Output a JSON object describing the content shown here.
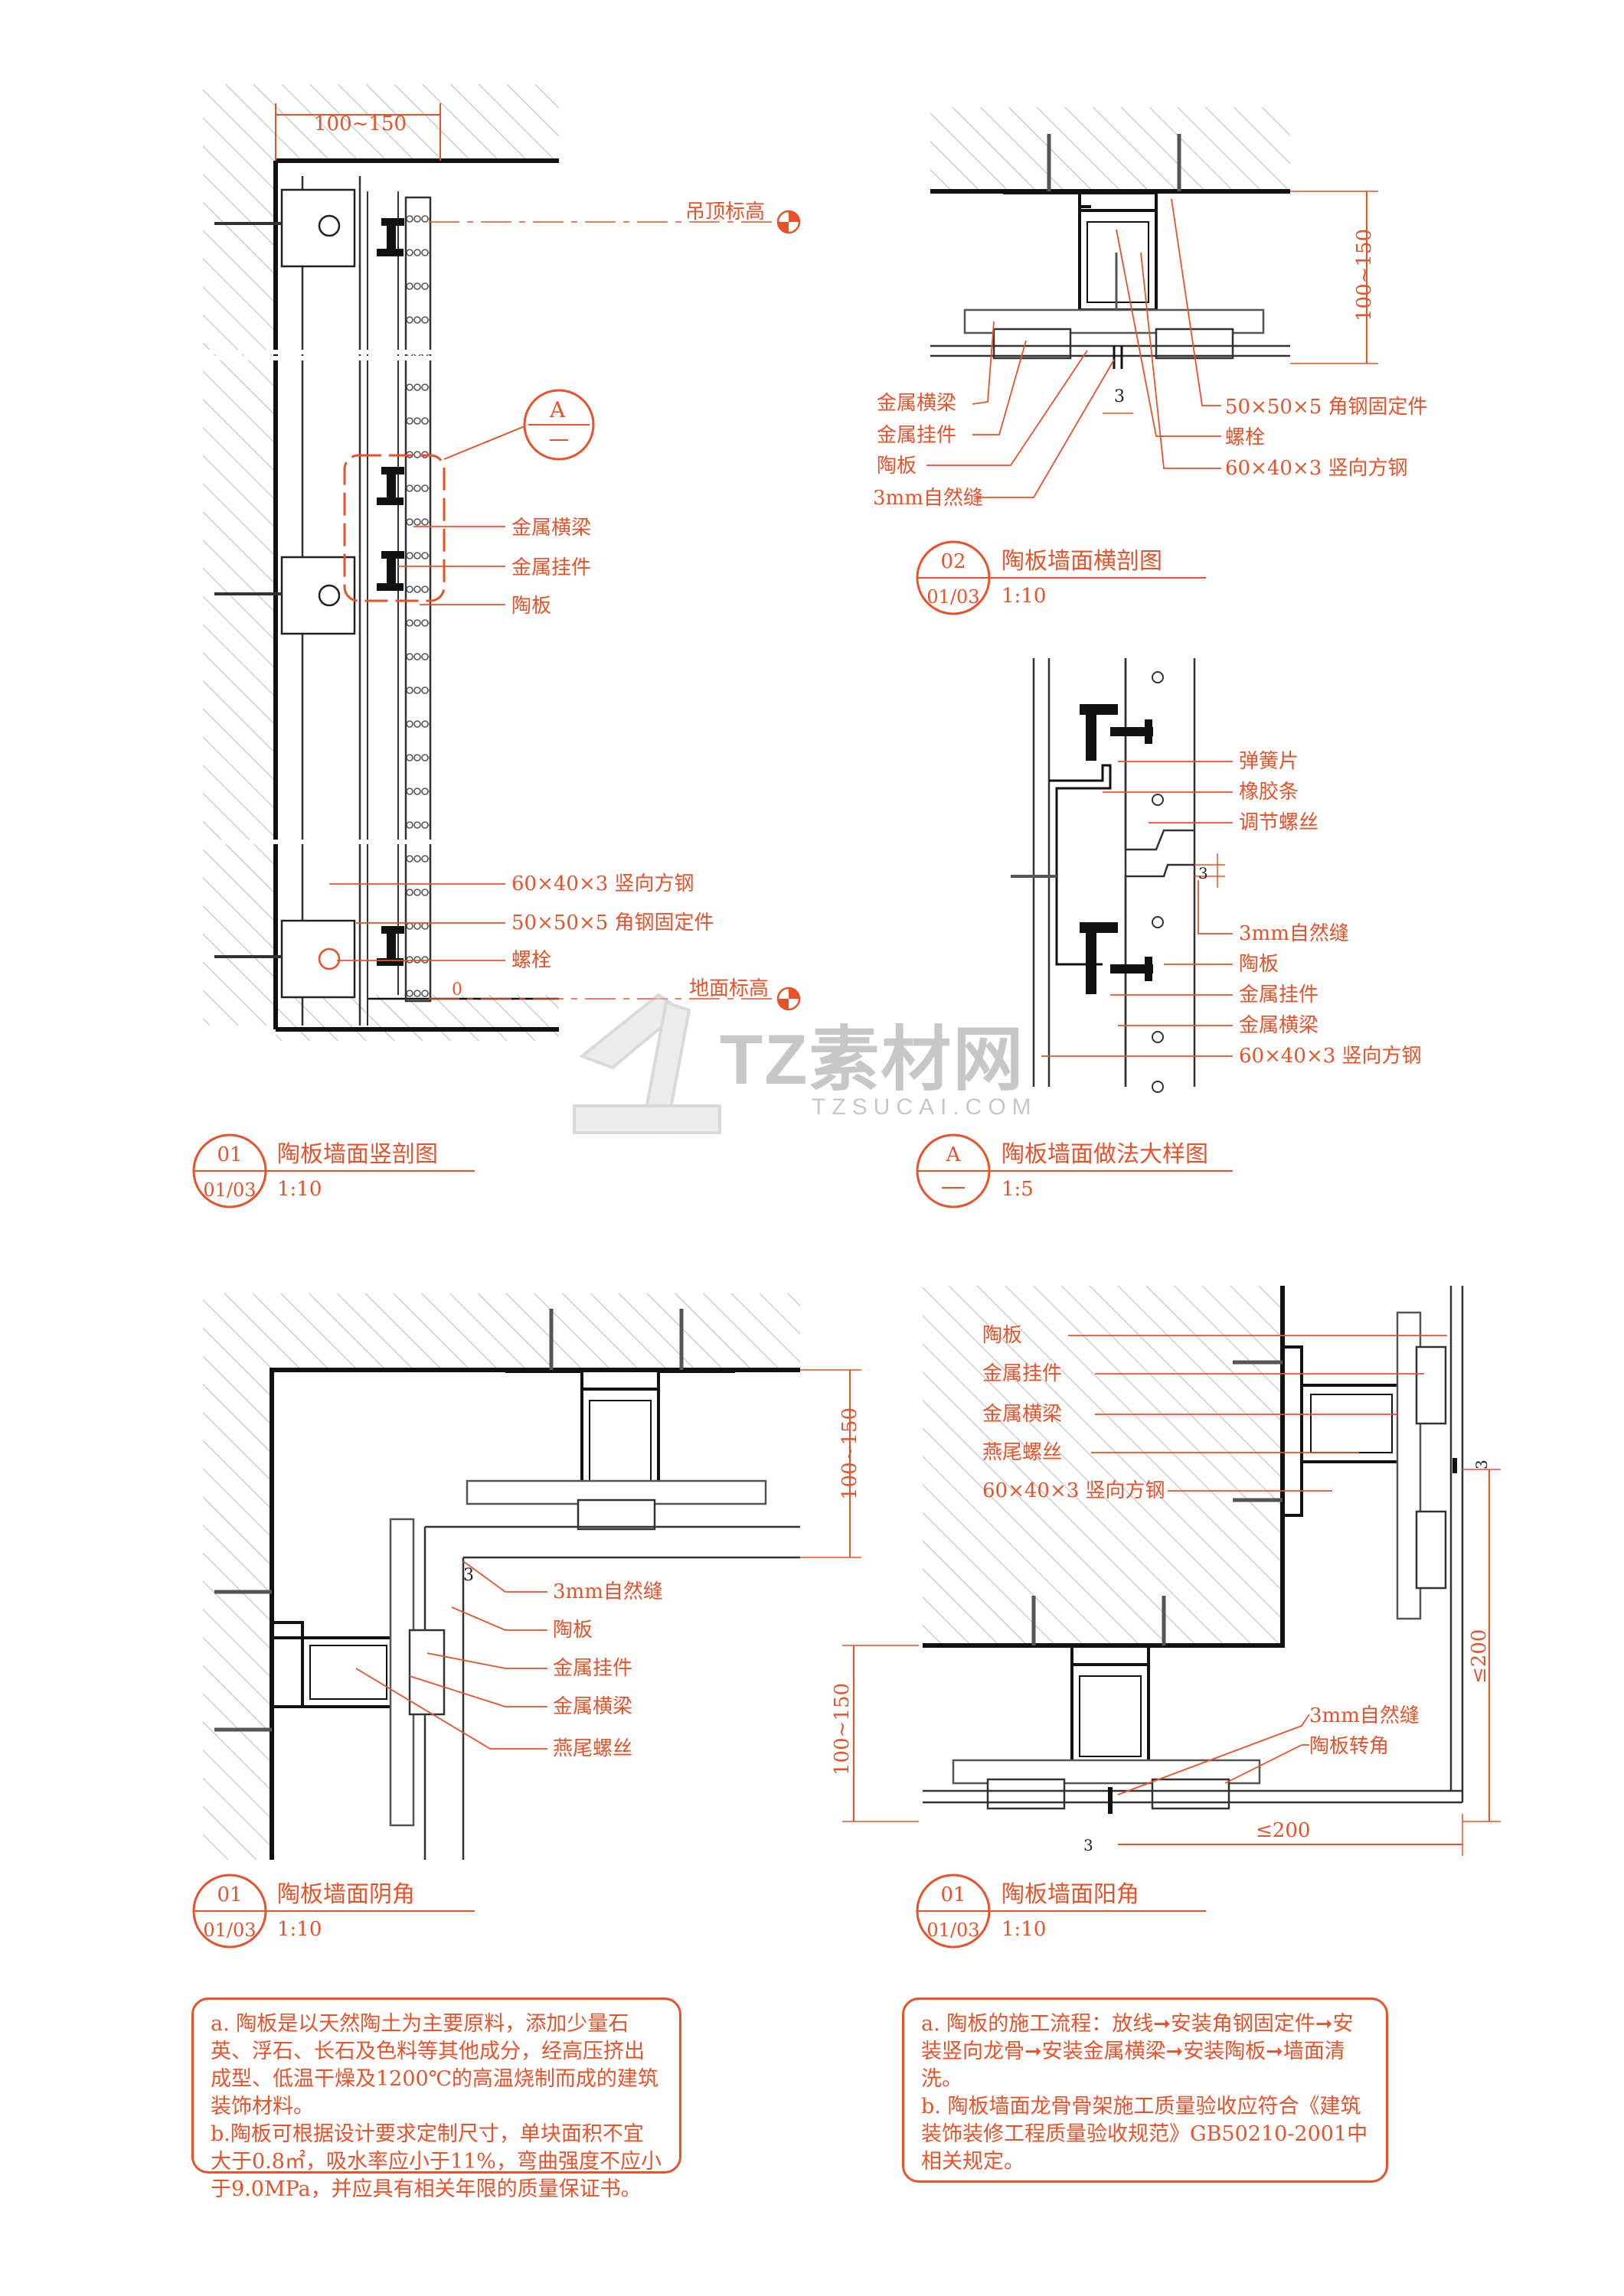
{
  "colors": {
    "accent": "#e8522a",
    "line": "#1a1a1a",
    "hatch": "#9a9a9a",
    "watermark": "#c7c7c7"
  },
  "sections": [
    {
      "number": "01",
      "sheet": "01/03",
      "title": "陶板墙面竖剖图",
      "scale": "1:10"
    },
    {
      "number": "02",
      "sheet": "01/03",
      "title": "陶板墙面横剖图",
      "scale": "1:10"
    },
    {
      "number": "A",
      "sheet": "",
      "title": "陶板墙面做法大样图",
      "scale": "1:5"
    },
    {
      "number": "01",
      "sheet": "01/03",
      "title": "陶板墙面阴角",
      "scale": "1:10"
    },
    {
      "number": "01",
      "sheet": "01/03",
      "title": "陶板墙面阳角",
      "scale": "1:10"
    }
  ],
  "detail_marker": "A",
  "vertical_section": {
    "dim_top": "100~150",
    "ceiling_level": "吊顶标高",
    "floor_level": "地面标高",
    "floor_offset": "0",
    "labels": [
      "金属横梁",
      "金属挂件",
      "陶板",
      "60×40×3  竖向方钢",
      "50×50×5  角钢固定件",
      "螺栓"
    ]
  },
  "horizontal_section": {
    "dim_depth": "100~150",
    "gap_dim": "3",
    "labels_left": [
      "金属横梁",
      "金属挂件",
      "陶板",
      "3mm自然缝"
    ],
    "labels_right": [
      "50×50×5  角钢固定件",
      "螺栓",
      "60×40×3  竖向方钢"
    ]
  },
  "detail_a": {
    "gap_dim": "3",
    "labels": [
      "弹簧片",
      "橡胶条",
      "调节螺丝",
      "3mm自然缝",
      "陶板",
      "金属挂件",
      "金属横梁",
      "60×40×3  竖向方钢"
    ]
  },
  "inner_corner": {
    "dim_depth": "100~150",
    "gap_dim": "3",
    "labels": [
      "3mm自然缝",
      "陶板",
      "金属挂件",
      "金属横梁",
      "燕尾螺丝"
    ]
  },
  "outer_corner": {
    "labels_top": [
      "陶板",
      "金属挂件",
      "金属横梁",
      "燕尾螺丝",
      "60×40×3  竖向方钢"
    ],
    "labels_bottom": [
      "3mm自然缝",
      "陶板转角"
    ],
    "dim_depth": "100~150",
    "dim_side": "≤200",
    "dim_bottom": "≤200",
    "gap_dim_right": "3",
    "gap_dim_bottom": "3"
  },
  "notes_left": [
    "a. 陶板是以天然陶土为主要原料，添加少量石英、浮石、长石及色料等其他成分，经高压挤出成型、低温干燥及1200℃的高温烧制而成的建筑装饰材料。",
    "b.陶板可根据设计要求定制尺寸，单块面积不宜大于0.8㎡，吸水率应小于11%，弯曲强度不应小于9.0MPa，并应具有相关年限的质量保证书。"
  ],
  "notes_right": [
    "a. 陶板的施工流程：放线➞安装角钢固定件➞安装竖向龙骨➞安装金属横梁➞安装陶板➞墙面清洗。",
    "b. 陶板墙面龙骨骨架施工质量验收应符合《建筑装饰装修工程质量验收规范》GB50210-2001中相关规定。"
  ],
  "watermark": {
    "brand": "TZ素材网",
    "url": "TZSUCAI.COM"
  }
}
